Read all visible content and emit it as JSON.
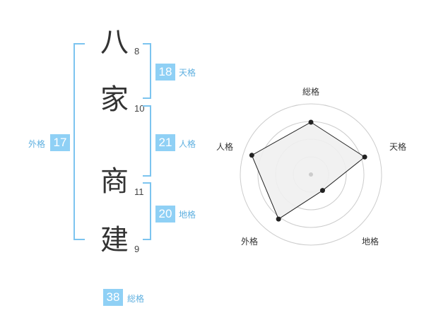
{
  "name": {
    "chars": [
      {
        "char": "八",
        "strokes": "8"
      },
      {
        "char": "家",
        "strokes": "10"
      },
      {
        "char": "商",
        "strokes": "11"
      },
      {
        "char": "建",
        "strokes": "9"
      }
    ]
  },
  "fortune": {
    "tenkaku": {
      "value": "18",
      "label": "天格"
    },
    "jinkaku": {
      "value": "21",
      "label": "人格"
    },
    "chikaku": {
      "value": "20",
      "label": "地格"
    },
    "gaikaku": {
      "value": "17",
      "label": "外格"
    },
    "soukaku": {
      "value": "38",
      "label": "総格"
    }
  },
  "colors": {
    "accent": "#8fd0f5",
    "bracket": "#7cc4ef",
    "label": "#5fb0e0",
    "radar_fill": "#f0f0f0",
    "radar_ring": "#cccccc"
  },
  "chart_data": {
    "type": "radar",
    "axes": [
      "総格",
      "天格",
      "地格",
      "外格",
      "人格"
    ],
    "values": [
      0.74,
      0.8,
      0.28,
      0.78,
      0.88
    ],
    "rmax": 1,
    "rings": 4
  }
}
